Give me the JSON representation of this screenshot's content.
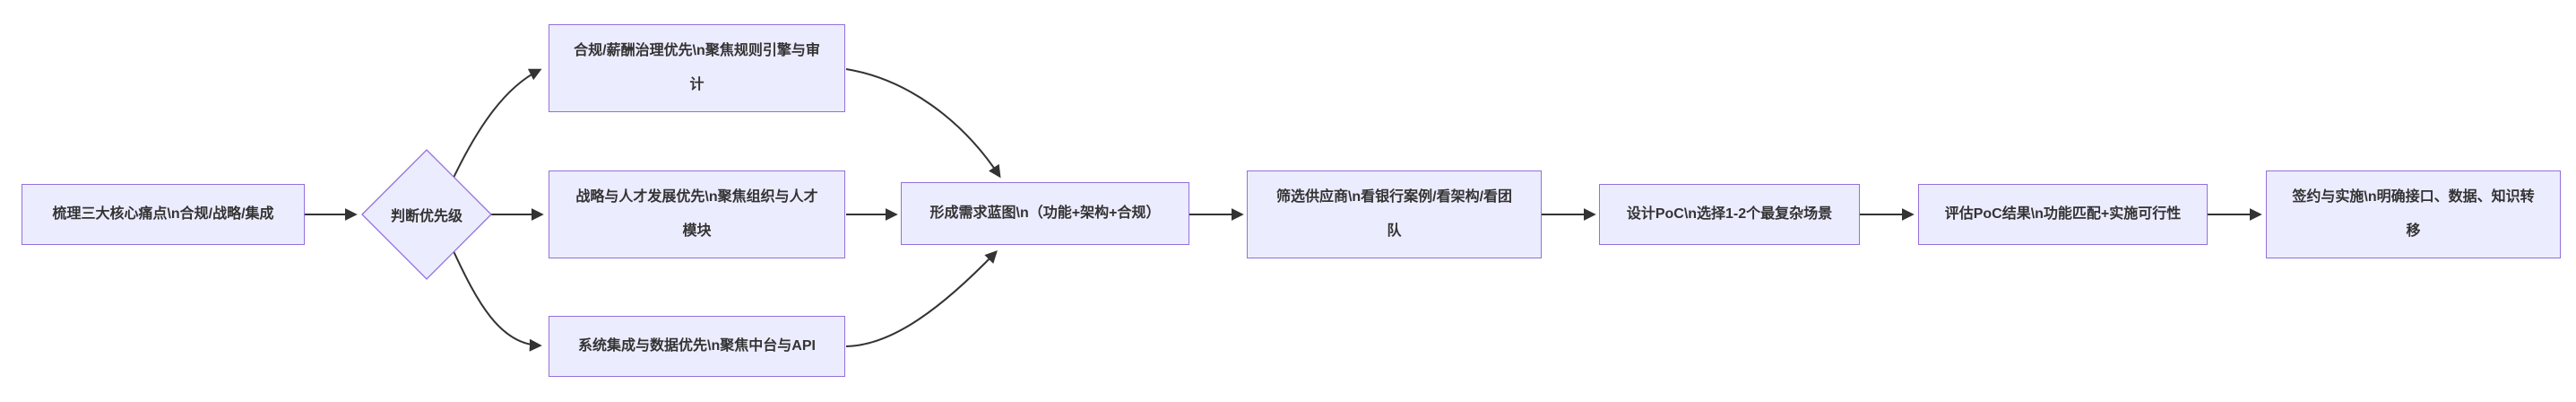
{
  "diagram": {
    "type": "flowchart-LR",
    "background": "#ffffff",
    "colors": {
      "node_fill": "#ECECFF",
      "node_border": "#9370DB",
      "edge_stroke": "#333333",
      "text": "#333333"
    },
    "nodes": {
      "a": {
        "id": "a",
        "shape": "rect",
        "label": "梳理三大核心痛点\\n合规/战略/集成"
      },
      "b": {
        "id": "b",
        "shape": "diamond",
        "label": "判断优先级"
      },
      "c1": {
        "id": "c1",
        "shape": "rect",
        "label": "合规/薪酬治理优先\\n聚焦规则引擎与审计"
      },
      "c2": {
        "id": "c2",
        "shape": "rect",
        "label": "战略与人才发展优先\\n聚焦组织与人才模块"
      },
      "c3": {
        "id": "c3",
        "shape": "rect",
        "label": "系统集成与数据优先\\n聚焦中台与API"
      },
      "d": {
        "id": "d",
        "shape": "rect",
        "label": "形成需求蓝图\\n（功能+架构+合规）"
      },
      "e": {
        "id": "e",
        "shape": "rect",
        "label": "筛选供应商\\n看银行案例/看架构/看团队"
      },
      "f": {
        "id": "f",
        "shape": "rect",
        "label": "设计PoC\\n选择1-2个最复杂场景"
      },
      "g": {
        "id": "g",
        "shape": "rect",
        "label": "评估PoC结果\\n功能匹配+实施可行性"
      },
      "h": {
        "id": "h",
        "shape": "rect",
        "label": "签约与实施\\n明确接口、数据、知识转移"
      }
    },
    "edges": [
      {
        "from": "a",
        "to": "b"
      },
      {
        "from": "b",
        "to": "c1"
      },
      {
        "from": "b",
        "to": "c2"
      },
      {
        "from": "b",
        "to": "c3"
      },
      {
        "from": "c1",
        "to": "d"
      },
      {
        "from": "c2",
        "to": "d"
      },
      {
        "from": "c3",
        "to": "d"
      },
      {
        "from": "d",
        "to": "e"
      },
      {
        "from": "e",
        "to": "f"
      },
      {
        "from": "f",
        "to": "g"
      },
      {
        "from": "g",
        "to": "h"
      }
    ]
  }
}
